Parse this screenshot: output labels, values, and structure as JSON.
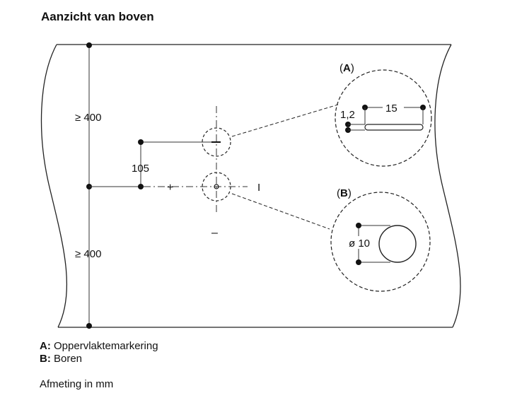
{
  "title": "Aanzicht van boven",
  "dimensions": {
    "top_distance": "≥ 400",
    "bottom_distance": "≥ 400",
    "horizontal_offset": "105",
    "slot_length": "15",
    "slot_width": "1,2",
    "hole_diameter": "ø 10"
  },
  "detail_labels": {
    "a": "A",
    "b": "B"
  },
  "symbols": {
    "plus_left": "+",
    "minus_bottom": "–",
    "plus_right": "I"
  },
  "legend": [
    {
      "key": "A:",
      "text": "Oppervlaktemarkering"
    },
    {
      "key": "B:",
      "text": "Boren"
    }
  ],
  "unit_note": "Afmeting in mm"
}
